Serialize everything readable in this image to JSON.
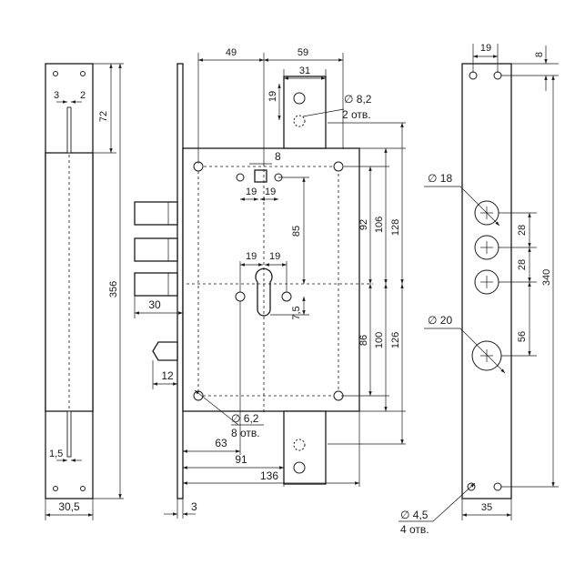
{
  "dimensions": {
    "left_plate": {
      "d3": "3",
      "d2": "2",
      "d72": "72",
      "d356": "356",
      "d1_5": "1,5",
      "d30_5": "30,5"
    },
    "body": {
      "d49": "49",
      "d59": "59",
      "d31": "31",
      "d19_top": "19",
      "hole_diam": "∅ 8,2",
      "hole_count": "2 отв.",
      "d8": "8",
      "d19a": "19",
      "d19b": "19",
      "d85": "85",
      "d19c": "19",
      "d19d": "19",
      "d7_5": "7,5",
      "d92": "92",
      "d106": "106",
      "d128": "128",
      "d86": "86",
      "d100": "100",
      "d126": "126",
      "d30": "30",
      "d12": "12",
      "mount_diam": "∅ 6,2",
      "mount_count": "8 отв.",
      "d63": "63",
      "d91": "91",
      "d136": "136",
      "d3": "3"
    },
    "right_plate": {
      "d19": "19",
      "d8": "8",
      "d18": "∅ 18",
      "d28a": "28",
      "d28b": "28",
      "d340": "340",
      "d20": "∅ 20",
      "d56": "56",
      "screw_diam": "∅ 4,5",
      "screw_count": "4 отв.",
      "d35": "35"
    }
  }
}
